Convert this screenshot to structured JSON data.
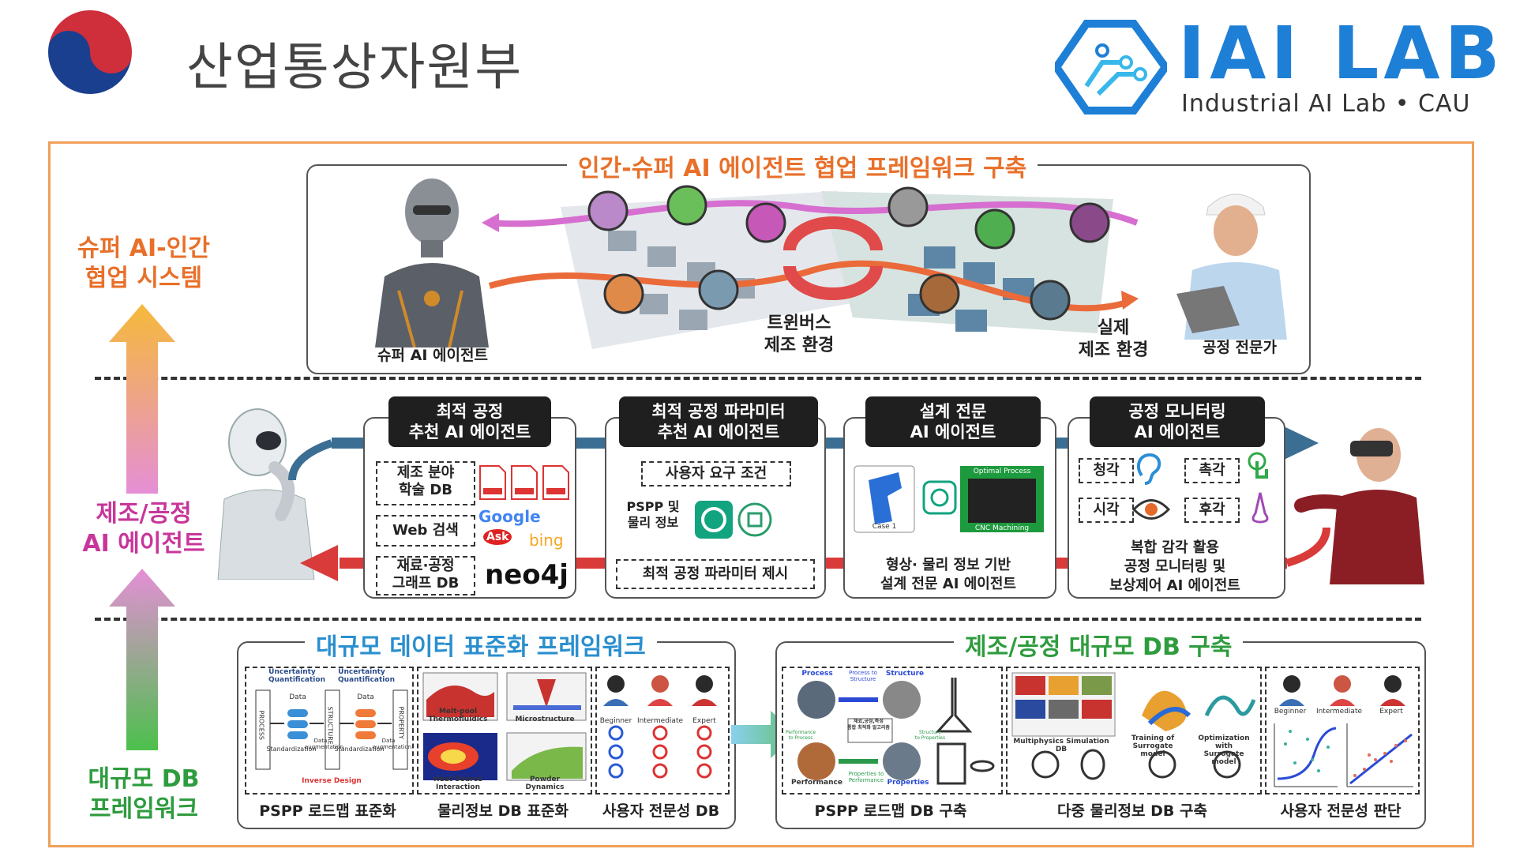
{
  "header": {
    "ministry_name": "산업통상자원부",
    "lab_name": "IAI LAB",
    "lab_subtitle": "Industrial AI Lab • CAU"
  },
  "colors": {
    "frame": "#f0a05a",
    "top_title": "#e8702a",
    "mid_label": "#c8369a",
    "bottom_title": "#2a8fcf",
    "bottom_label": "#2e9c3e",
    "lab_blue": "#1e7fd6"
  },
  "left_labels": {
    "top": "슈퍼 AI-인간\n협업 시스템",
    "middle": "제조/공정\nAI 에이전트",
    "bottom": "대규모 DB\n프레임워크"
  },
  "top_section": {
    "title": "인간-슈퍼 AI 에이전트  협업 프레임워크 구축",
    "label_agent": "슈퍼 AI 에이전트",
    "label_twin": "트윈버스\n제조 환경",
    "label_real": "실제\n제조 환경",
    "label_expert": "공정 전문가"
  },
  "agents": [
    {
      "title": "최적 공정\n추천 AI 에이전트",
      "items": [
        "제조 분야\n학술 DB",
        "Web 검색",
        "재료·공정\n그래프 DB"
      ],
      "logos": [
        "Google",
        "Ask",
        "bing",
        "neo4j"
      ]
    },
    {
      "title": "최적 공정 파라미터\n추천 AI 에이전트",
      "input": "사용자 요구 조건",
      "side_label": "PSPP 및\n물리 정보",
      "output": "최적 공정 파라미터 제시"
    },
    {
      "title": "설계 전문\nAI 에이전트",
      "img_labels": [
        "Case 1",
        "Optimal Process",
        "CNC Machining"
      ],
      "caption": "형상· 물리 정보 기반\n설계 전문 AI 에이전트"
    },
    {
      "title": "공정 모니터링\nAI 에이전트",
      "senses": [
        "청각",
        "촉각",
        "시각",
        "후각"
      ],
      "caption": "복합 감각 활용\n공정 모니터링 및\n보상제어 AI 에이전트"
    }
  ],
  "bottom_left": {
    "title": "대규모 데이터 표준화 프레임워크",
    "captions": [
      "PSPP 로드맵 표준화",
      "물리정보 DB 표준화",
      "사용자 전문성 DB"
    ],
    "pspp_labels": [
      "Uncertainty\nQuantification",
      "Uncertainty\nQuantification",
      "PROCESS",
      "STRUCTURE",
      "PROPERTY",
      "Data",
      "Data",
      "Standardization",
      "Standardization",
      "Data\naugmentation",
      "Data\naugmentation",
      "Inverse Design"
    ],
    "physics_labels": [
      "Melt-pool\nThermofluidics",
      "Microstructure",
      "Heat Source\nInteraction",
      "Powder\nDynamics"
    ],
    "user_levels": [
      "Beginner",
      "Intermediate",
      "Expert"
    ]
  },
  "bottom_right": {
    "title": "제조/공정 대규모 DB 구축",
    "captions": [
      "PSPP 로드맵 DB 구축",
      "다중 물리정보 DB 구축",
      "사용자 전문성 판단"
    ],
    "pspp_labels": [
      "Process",
      "Process to\nStructure",
      "Structure",
      "Performance",
      "Properties to\nPerformance",
      "Properties",
      "재료,공정,특성\n통합 최적화 알고리즘",
      "Performance\nto Process",
      "Structure\nto Properties"
    ],
    "multi_labels": [
      "Multiphysics Simulation DB",
      "Training of\nSurrogate model",
      "Optimization with\nSurrogate model"
    ],
    "user_levels": [
      "Beginner",
      "Intermediate",
      "Expert"
    ]
  }
}
